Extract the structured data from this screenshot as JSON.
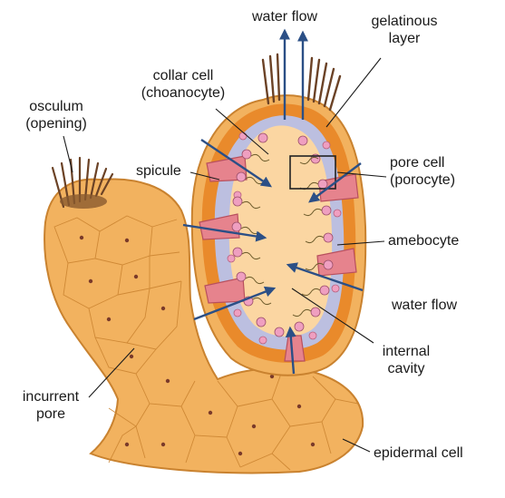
{
  "diagram": {
    "labels": {
      "water_flow_top": "water flow",
      "gelatinous_line1": "gelatinous",
      "gelatinous_line2": "layer",
      "collar_line1": "collar cell",
      "collar_line2": "(choanocyte)",
      "osculum_line1": "osculum",
      "osculum_line2": "(opening)",
      "spicule": "spicule",
      "pore_cell_line1": "pore cell",
      "pore_cell_line2": "(porocyte)",
      "amebocyte": "amebocyte",
      "water_flow_side": "water flow",
      "internal_line1": "internal",
      "internal_line2": "cavity",
      "incurrent_line1": "incurrent",
      "incurrent_line2": "pore",
      "epidermal": "epidermal cell"
    },
    "colors": {
      "body": "#f2b25f",
      "body_outline": "#c9822f",
      "outer_wall": "#e98a2b",
      "mesohyl": "#b9c2ea",
      "cavity": "#fbd6a2",
      "porocyte": "#e6838d",
      "collar_cell": "#ef9fc0",
      "osculum_fringe": "#6b4226",
      "water_arrow": "#2b4f86"
    }
  }
}
